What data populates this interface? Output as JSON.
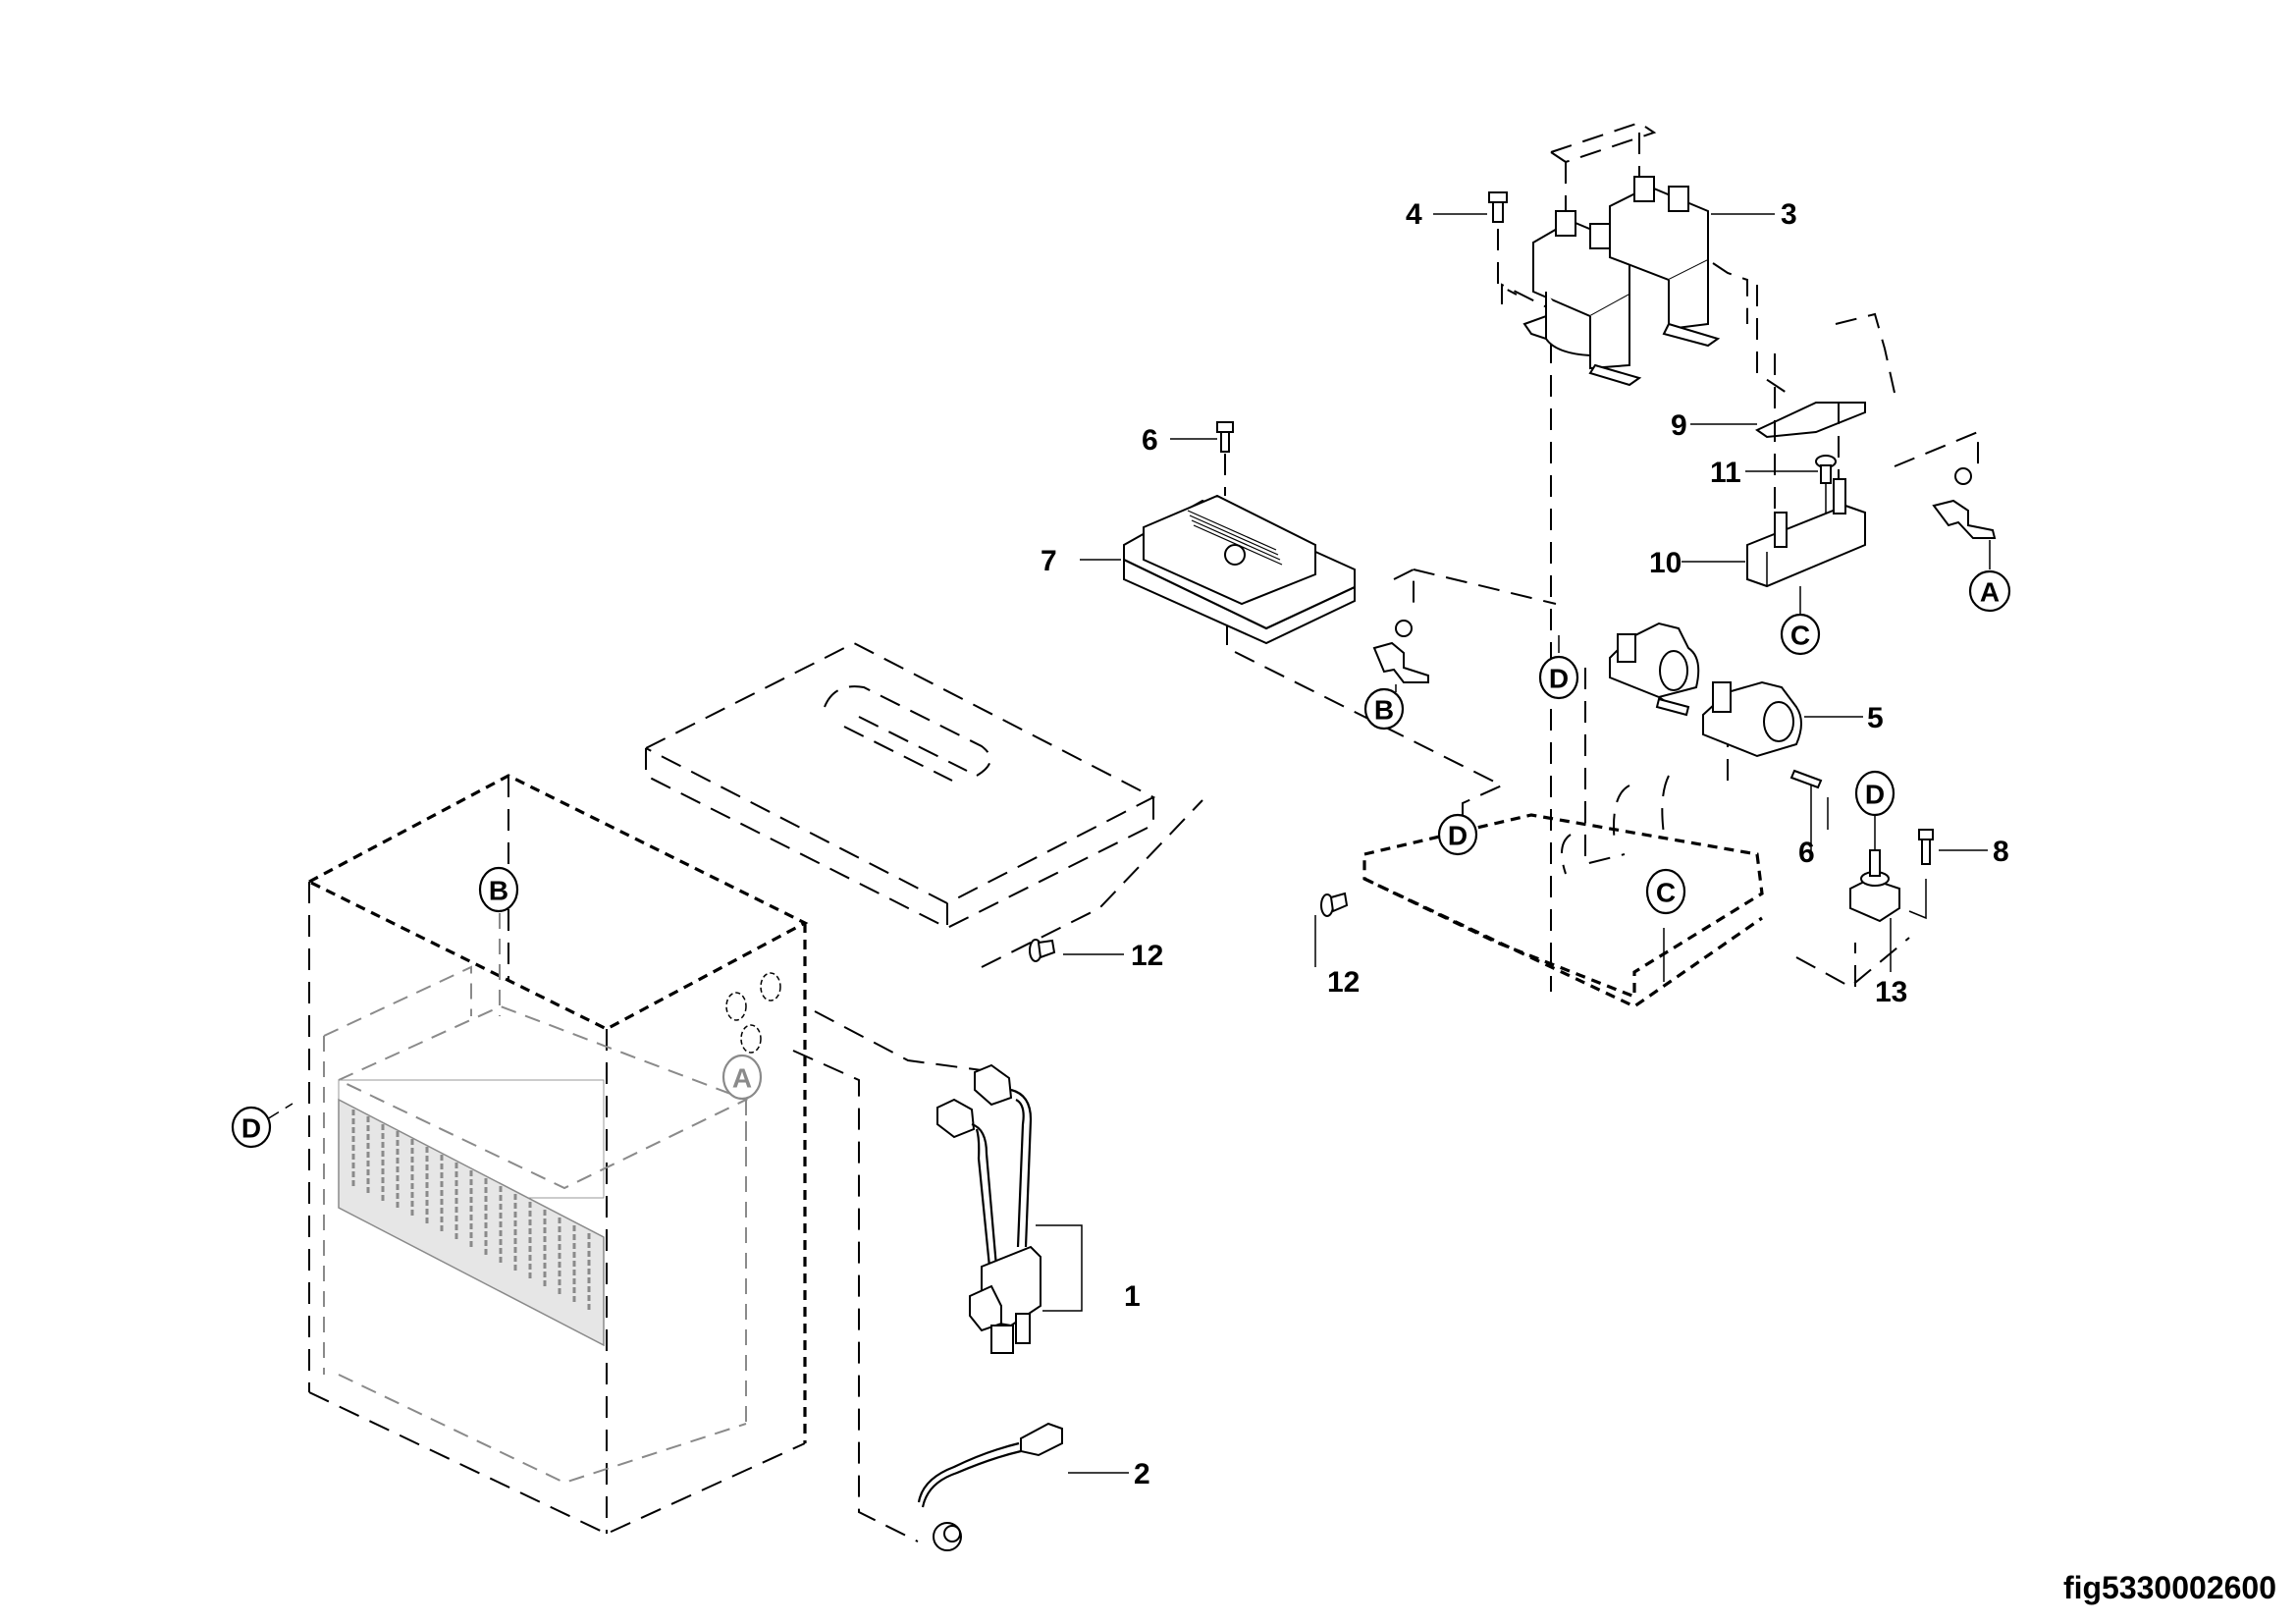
{
  "figure": {
    "id": "fig5330002600",
    "type": "exploded parts diagram"
  },
  "callouts": [
    {
      "number": "1",
      "part": "battery cable harness with connector"
    },
    {
      "number": "2",
      "part": "sensor cable"
    },
    {
      "number": "3",
      "part": "contactors"
    },
    {
      "number": "4",
      "part": "screw"
    },
    {
      "number": "5",
      "part": "current sensors"
    },
    {
      "number": "6",
      "part": "screw"
    },
    {
      "number": "6",
      "part": "screw"
    },
    {
      "number": "7",
      "part": "motor controller"
    },
    {
      "number": "8",
      "part": "screw"
    },
    {
      "number": "9",
      "part": "fuse"
    },
    {
      "number": "10",
      "part": "fuse holder"
    },
    {
      "number": "11",
      "part": "screw"
    },
    {
      "number": "12",
      "part": "screw"
    },
    {
      "number": "12",
      "part": "screw"
    },
    {
      "number": "13",
      "part": "terminal stud"
    }
  ],
  "reference_markers": [
    {
      "letter": "A",
      "style": "black"
    },
    {
      "letter": "A",
      "style": "grey"
    },
    {
      "letter": "B",
      "style": "black"
    },
    {
      "letter": "B",
      "style": "black"
    },
    {
      "letter": "C",
      "style": "black"
    },
    {
      "letter": "C",
      "style": "black"
    },
    {
      "letter": "D",
      "style": "black"
    },
    {
      "letter": "D",
      "style": "black"
    },
    {
      "letter": "D",
      "style": "black"
    },
    {
      "letter": "D",
      "style": "black"
    }
  ]
}
